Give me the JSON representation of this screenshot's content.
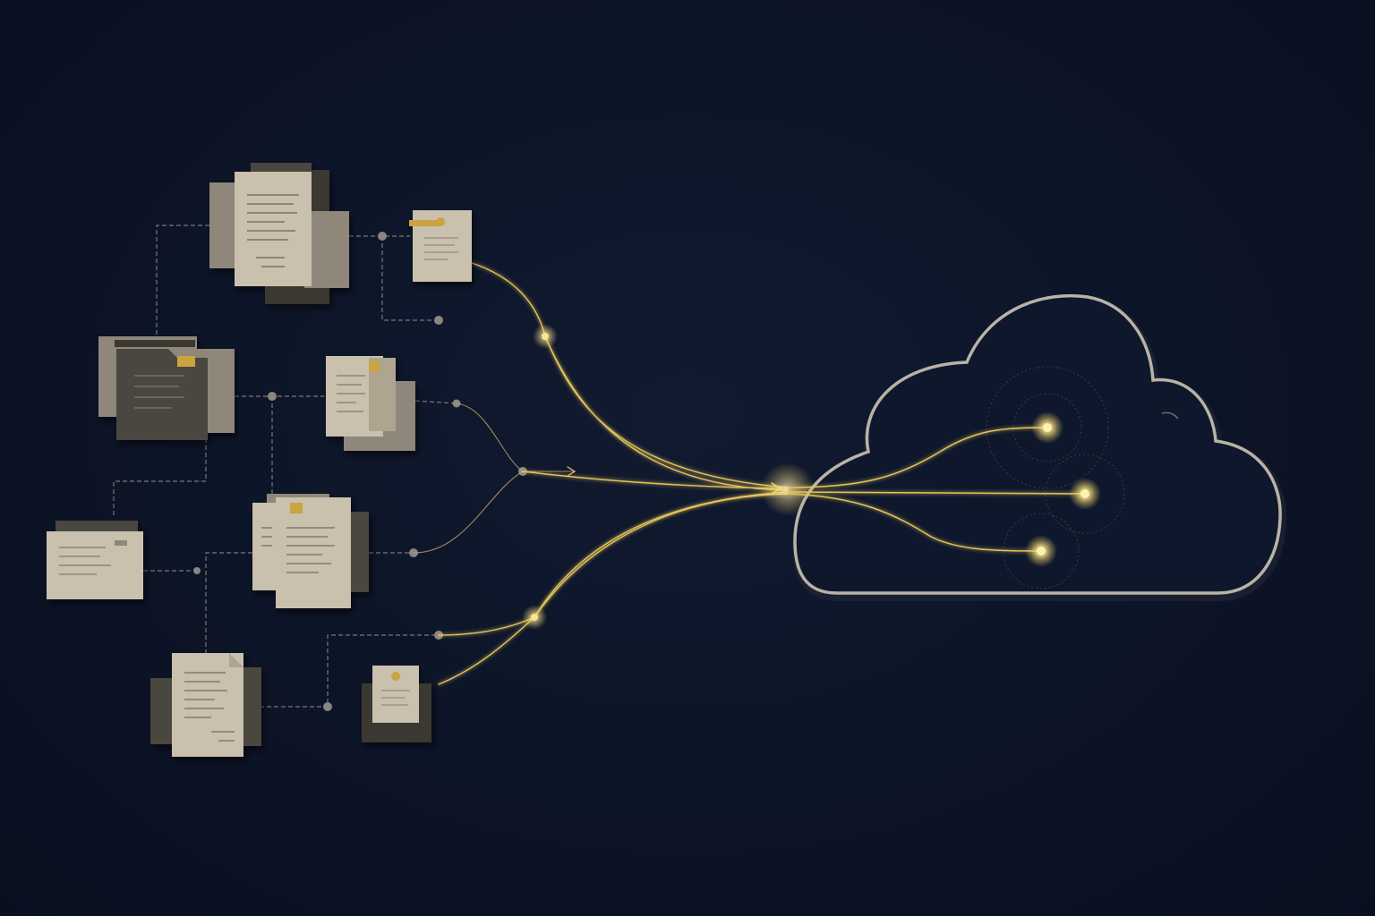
{
  "colors": {
    "background": "#0c1427",
    "paper_light": "#c9c0ad",
    "paper_mid": "#8e877a",
    "paper_dark": "#4a4740",
    "paper_darker": "#3a3833",
    "connector_line": "#8e8a82",
    "connector_node": "#8a8680",
    "flow_gold": "#e3c45a",
    "glow_gold": "#ffe9a0",
    "cloud_outline": "#b9b2a6",
    "accent_tab": "#c9a440"
  },
  "icons": {
    "document_stack": "document-stack-icon",
    "folder": "folder-icon",
    "file_with_pin": "file-pin-icon",
    "cloud": "cloud-icon",
    "glowing_node": "glowing-node-icon"
  },
  "diagram": {
    "concept": "documents-to-cloud-sync",
    "source_groups": 8,
    "merge_points": 3,
    "cloud_endpoints": 3
  }
}
